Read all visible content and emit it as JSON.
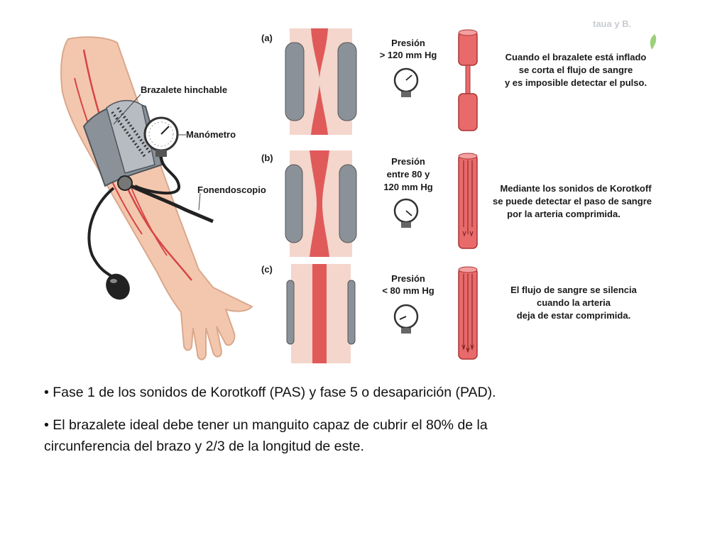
{
  "faint_top_text": "taua y B.",
  "arm_labels": {
    "cuff": "Brazalete hinchable",
    "gauge": "Manómetro",
    "stethoscope": "Fonendoscopio"
  },
  "panels": [
    {
      "letter": "(a)",
      "pressure": [
        "Presión",
        "> 120 mm Hg"
      ],
      "description": [
        "Cuando el brazalete está inflado",
        "se corta el flujo de sangre",
        "y es imposible detectar el pulso."
      ]
    },
    {
      "letter": "(b)",
      "pressure": [
        "Presión",
        "entre 80 y",
        "120 mm Hg"
      ],
      "description": [
        "Mediante los sonidos de Korotkoff",
        "se puede detectar el paso de sangre",
        "por la arteria comprimida."
      ]
    },
    {
      "letter": "(c)",
      "pressure": [
        "Presión",
        "< 80 mm Hg"
      ],
      "description": [
        "El flujo de sangre se silencia",
        "cuando la arteria",
        "deja de estar comprimida."
      ]
    }
  ],
  "bullets": [
    "• Fase 1 de los sonidos de Korotkoff (PAS) y fase 5 o desaparición (PAD).",
    "• El brazalete ideal debe tener un manguito capaz de cubrir el 80% de la circunferencia del brazo y 2/3 de la longitud de este."
  ],
  "colors": {
    "skin": "#f3c7ae",
    "tissue": "#f4d6cc",
    "artery": "#e05a5a",
    "cuff": "#8a9199",
    "text": "#1a1a1a"
  }
}
